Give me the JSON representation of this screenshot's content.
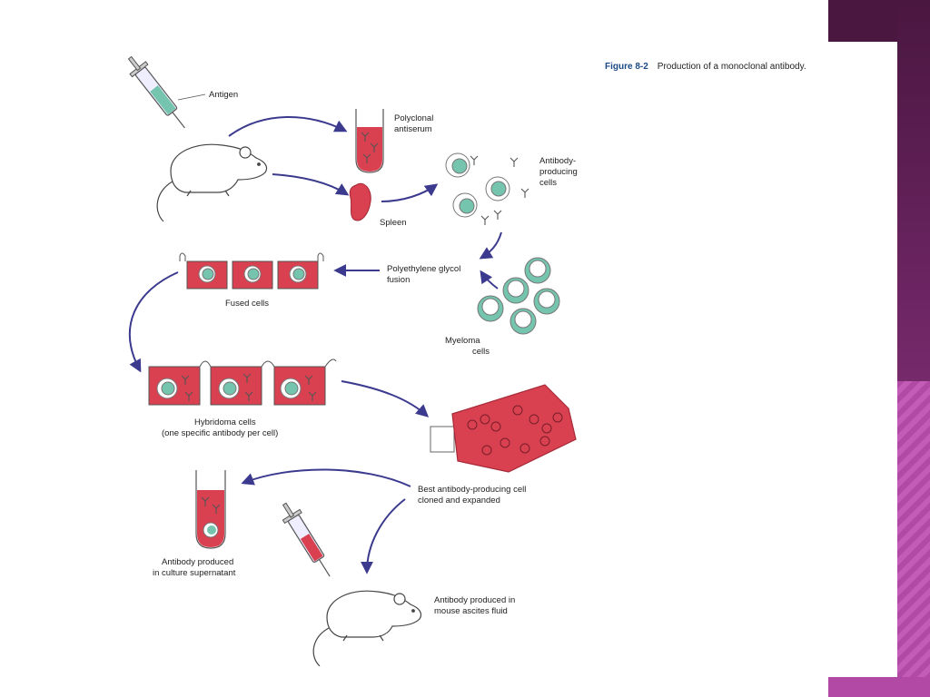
{
  "caption": {
    "figure_number": "Figure 8-2",
    "figure_text": "Production of a monoclonal antibody."
  },
  "labels": {
    "antigen": "Antigen",
    "polyclonal_1": "Polyclonal",
    "polyclonal_2": "antiserum",
    "spleen": "Spleen",
    "antibody_producing_1": "Antibody-",
    "antibody_producing_2": "producing",
    "antibody_producing_3": "cells",
    "peg_1": "Polyethylene glycol",
    "peg_2": "fusion",
    "fused_cells": "Fused cells",
    "myeloma_1": "Myeloma",
    "myeloma_2": "cells",
    "hybridoma_1": "Hybridoma cells",
    "hybridoma_2": "(one specific antibody per cell)",
    "best_cell_1": "Best antibody-producing cell",
    "best_cell_2": "cloned and expanded",
    "culture_1": "Antibody produced",
    "culture_2": "in culture supernatant",
    "ascites_1": "Antibody produced in",
    "ascites_2": "mouse ascites fluid"
  },
  "colors": {
    "red": "#d94050",
    "teal": "#74c4ae",
    "arrow": "#3b3a8e",
    "dark_purple": "#4a1740",
    "pink": "#b24aa5"
  }
}
